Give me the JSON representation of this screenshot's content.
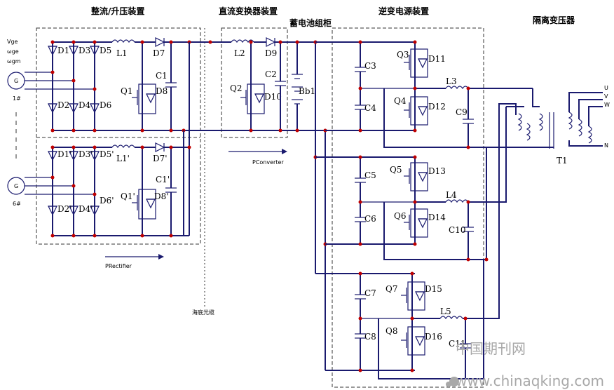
{
  "headers": {
    "rectifier": "整流/升压装置",
    "dc_converter": "直流变换器装置",
    "battery": "蓄电池组柜",
    "inverter": "逆变电源装置",
    "transformer": "隔离变压器"
  },
  "generators": {
    "top_label_lines": [
      "Vge",
      "ωge",
      "ωgm"
    ],
    "g1_symbol": "G",
    "g1_tag": "1#",
    "g6_symbol": "G",
    "g6_tag": "6#"
  },
  "rectifier_top": {
    "diodes": [
      "D1",
      "D3",
      "D5",
      "D2",
      "D4",
      "D6"
    ],
    "inductor": "L1",
    "boost_diode": "D7",
    "capacitor": "C1",
    "switch": "Q1",
    "switch_diode": "D8"
  },
  "rectifier_bottom": {
    "diodes": [
      "D1'",
      "D3'",
      "D5'",
      "D2'",
      "D4'",
      "D6'"
    ],
    "inductor": "L1'",
    "boost_diode": "D7'",
    "capacitor": "C1'",
    "switch": "Q1'",
    "switch_diode": "D8'"
  },
  "converter": {
    "inductor": "L2",
    "diode": "D9",
    "capacitor": "C2",
    "switch": "Q2",
    "switch_diode": "D10"
  },
  "battery_label": "Bb1",
  "flow_labels": {
    "rectifier": "PRectifier",
    "converter": "PConverter"
  },
  "inverter": {
    "legs": [
      {
        "cap_top": "C3",
        "cap_bottom": "C4",
        "q_top": "Q3",
        "d_top": "D11",
        "q_bottom": "Q4",
        "d_bottom": "D12",
        "inductor": "L3",
        "filter_cap": "C9"
      },
      {
        "cap_top": "C5",
        "cap_bottom": "C6",
        "q_top": "Q5",
        "d_top": "D13",
        "q_bottom": "Q6",
        "d_bottom": "D14",
        "inductor": "L4",
        "filter_cap": "C10"
      },
      {
        "cap_top": "C7",
        "cap_bottom": "C8",
        "q_top": "Q7",
        "d_top": "D15",
        "q_bottom": "Q8",
        "d_bottom": "D16",
        "inductor": "L5",
        "filter_cap": "C11"
      }
    ]
  },
  "transformer": {
    "name": "T1",
    "outputs": [
      "U",
      "V",
      "W",
      "N"
    ]
  },
  "fiber_label": "海底光缆",
  "watermark": {
    "line1": "中国期刊网",
    "line2": "www.chinaqking.com"
  },
  "colors": {
    "wire": "#1a1a6e",
    "node": "#c00000",
    "frame": "#333333",
    "watermark": "#a8a8a8"
  }
}
